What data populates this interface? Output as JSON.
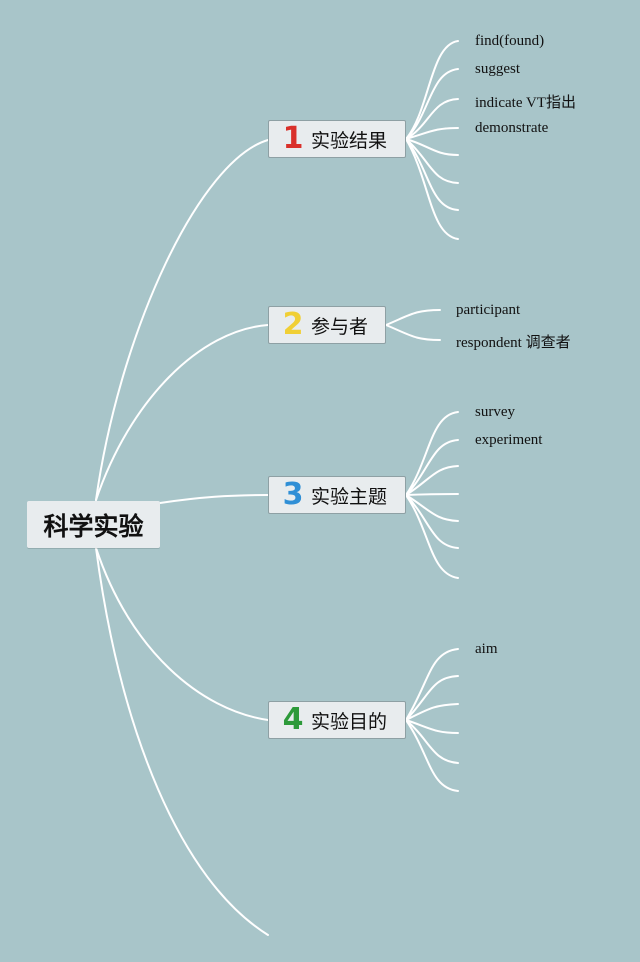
{
  "root": {
    "label": "科学实验"
  },
  "branches": [
    {
      "number": "1",
      "label": "实验结果",
      "number_color": "#d9302a",
      "leaves": [
        "find(found)",
        "suggest",
        "indicate VT指出",
        "demonstrate"
      ]
    },
    {
      "number": "2",
      "label": "参与者",
      "number_color": "#f0cf35",
      "leaves": [
        "participant",
        "respondent 调查者"
      ]
    },
    {
      "number": "3",
      "label": "实验主题",
      "number_color": "#2f8fd6",
      "leaves": [
        "survey",
        "experiment"
      ]
    },
    {
      "number": "4",
      "label": "实验目的",
      "number_color": "#2d9a3a",
      "leaves": [
        "aim"
      ]
    }
  ],
  "colors": {
    "background": "#a8c5c9",
    "node_fill": "#e8ecee",
    "line": "#ffffff"
  }
}
